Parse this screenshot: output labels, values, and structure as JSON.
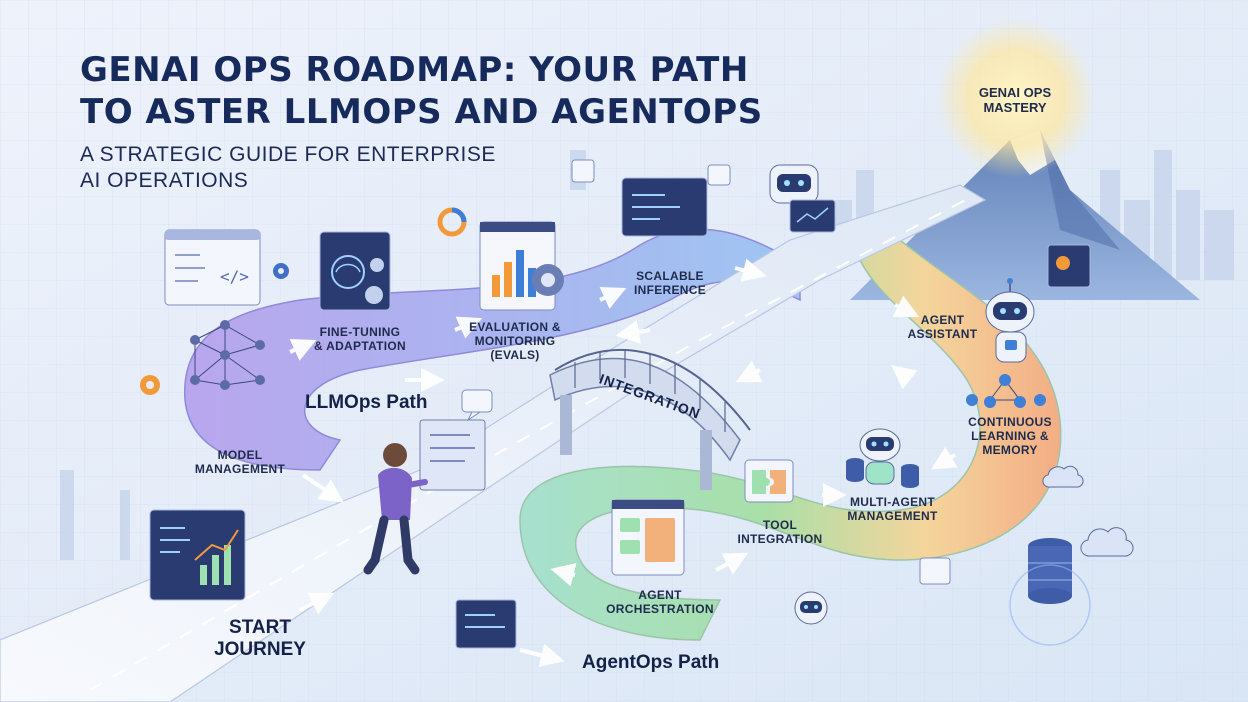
{
  "title": {
    "line1": "GENAI OPS ROADMAP: YOUR  PATH",
    "line2": "TO ASTER LLMOPS AND AGENTOPS"
  },
  "subtitle": {
    "line1": "A STRATEGIC GUIDE FOR ENTERPRISE",
    "line2": "AI OPERATIONS"
  },
  "start": {
    "line1": "START",
    "line2": "JOURNEY"
  },
  "paths": {
    "llmops": "LLMOps Path",
    "agentops": "AgentOps Path",
    "bridge": "INTEGRATION"
  },
  "goal": {
    "line1": "GENAI OPS",
    "line2": "MASTERY"
  },
  "llmops_steps": [
    {
      "line1": "MODEL",
      "line2": "MANAGEMENT"
    },
    {
      "line1": "FINE-TUNING",
      "line2": "& ADAPTATION"
    },
    {
      "line1": "EVALUATION &",
      "line2": "MONITORING",
      "line3": "(EVALS)"
    },
    {
      "line1": "SCALABLE",
      "line2": "INFERENCE"
    }
  ],
  "agentops_steps": [
    {
      "line1": "AGENT",
      "line2": "ORCHESTRATION"
    },
    {
      "line1": "TOOL",
      "line2": "INTEGRATION"
    },
    {
      "line1": "MULTI-AGENT",
      "line2": "MANAGEMENT"
    },
    {
      "line1": "CONTINUOUS",
      "line2": "LEARNING &",
      "line3": "MEMORY"
    },
    {
      "line1": "AGENT",
      "line2": "ASSISTANT"
    }
  ],
  "icons": [
    "neural-network-icon",
    "brain-gear-icon",
    "analytics-dashboard-icon",
    "code-window-icon",
    "robot-icon",
    "database-icon",
    "cloud-icon",
    "gear-icon",
    "mountain-icon",
    "person-icon"
  ],
  "colors": {
    "background": "#e6edf8",
    "llmops_road": "#a9a2ea",
    "agentops_road_green": "#8fd3a8",
    "agentops_road_orange": "#f3b98a",
    "main_road": "#f1f5fc",
    "title": "#172a5c",
    "accent_blue": "#3f7fd8",
    "accent_orange": "#f29a3a"
  }
}
